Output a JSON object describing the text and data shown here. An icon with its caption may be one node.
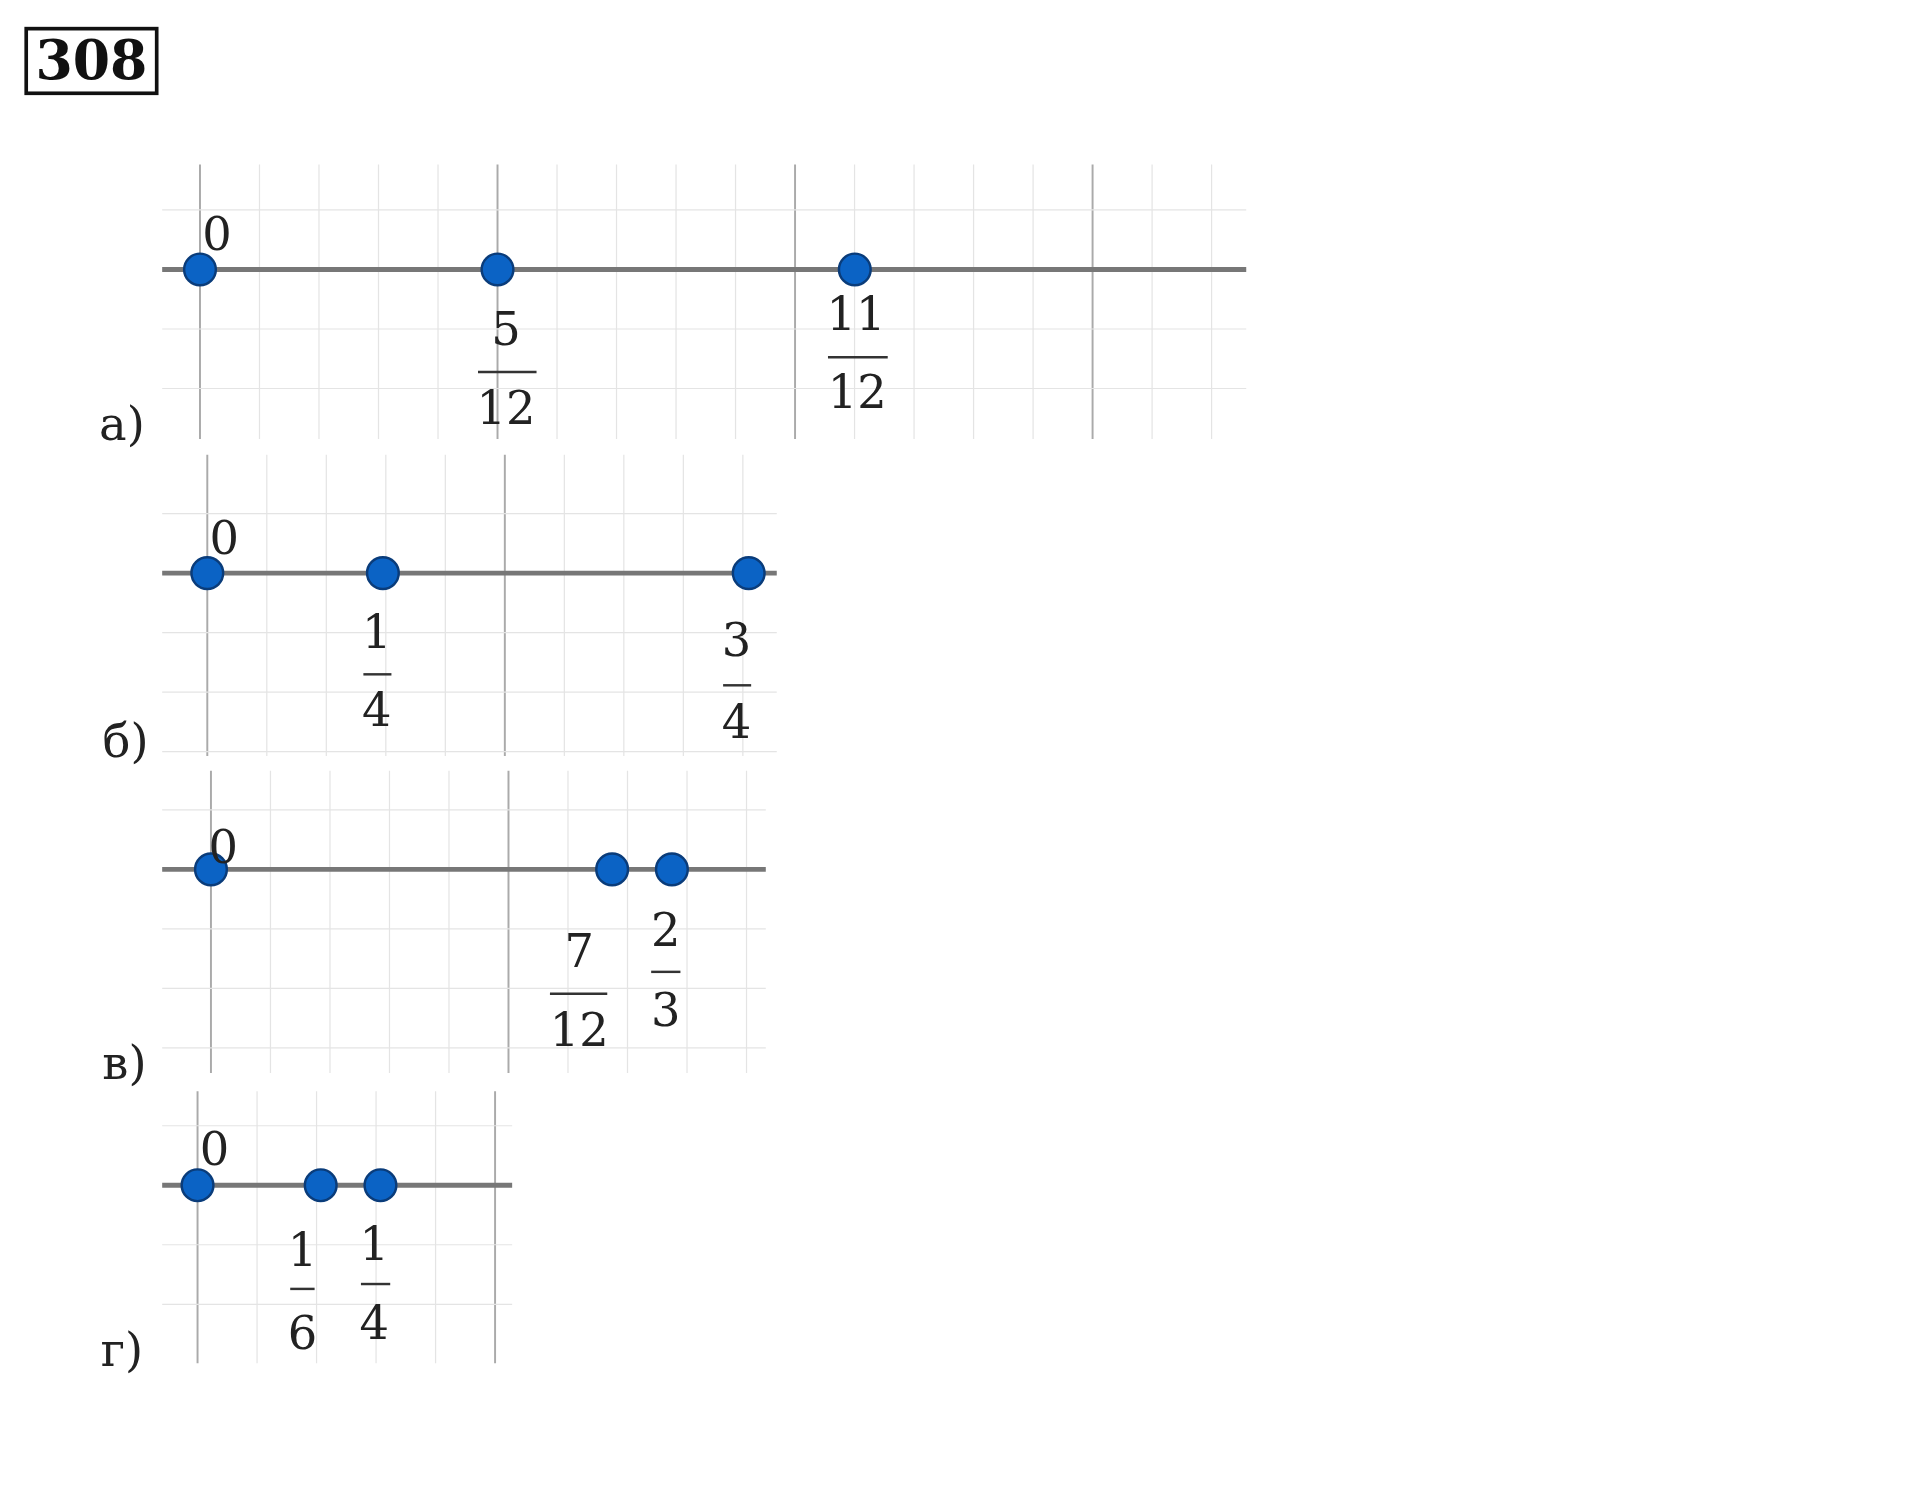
{
  "diagram": {
    "title": "308",
    "labels": [
      "0",
      "5",
      "12",
      "11",
      "12",
      "а)",
      "0",
      "1",
      "4",
      "3",
      "4",
      "б)",
      "0",
      "7",
      "12",
      "2",
      "3",
      "в)",
      "0",
      "1",
      "6",
      "1",
      "4",
      "г)"
    ]
  }
}
